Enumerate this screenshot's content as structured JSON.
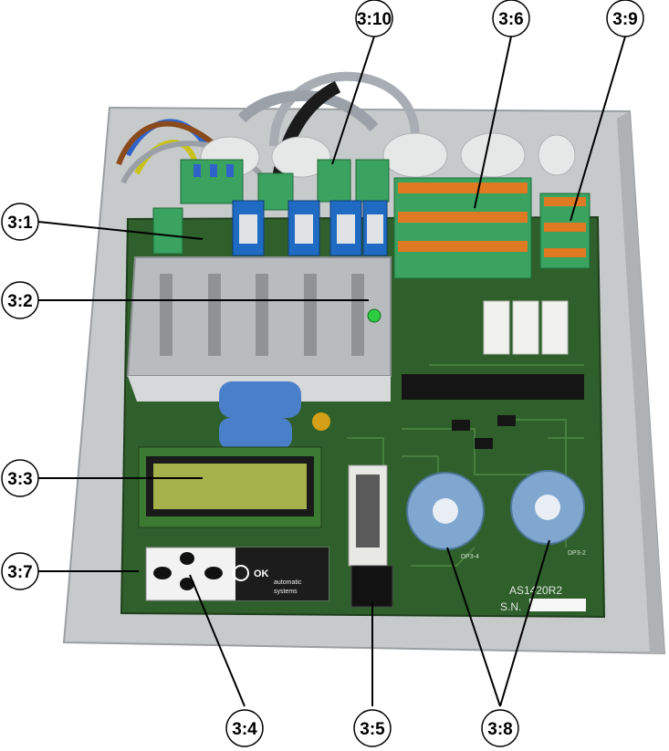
{
  "callouts": [
    {
      "id": "3:1",
      "label": "3:1"
    },
    {
      "id": "3:2",
      "label": "3:2"
    },
    {
      "id": "3:3",
      "label": "3:3"
    },
    {
      "id": "3:7",
      "label": "3:7"
    },
    {
      "id": "3:10",
      "label": "3:10"
    },
    {
      "id": "3:6",
      "label": "3:6"
    },
    {
      "id": "3:9",
      "label": "3:9"
    },
    {
      "id": "3:4",
      "label": "3:4"
    },
    {
      "id": "3:5",
      "label": "3:5"
    },
    {
      "id": "3:8",
      "label": "3:8"
    }
  ],
  "board": {
    "model_silkscreen": "AS1420R2",
    "serial_silkscreen": "S.N.",
    "socket_left_silkscreen": "DP3-4",
    "socket_right_silkscreen": "DP3-2"
  },
  "keypad": {
    "ok_label": "OK",
    "brand_line1": "automatic",
    "brand_line2": "systems"
  },
  "colors": {
    "pcb": "#2f5f2a",
    "plate": "#c9cccd",
    "terminal_green": "#3aa360",
    "terminal_orange": "#e07a22",
    "lcd": "#a5b24b",
    "socket_blue": "#7fa7cf"
  }
}
